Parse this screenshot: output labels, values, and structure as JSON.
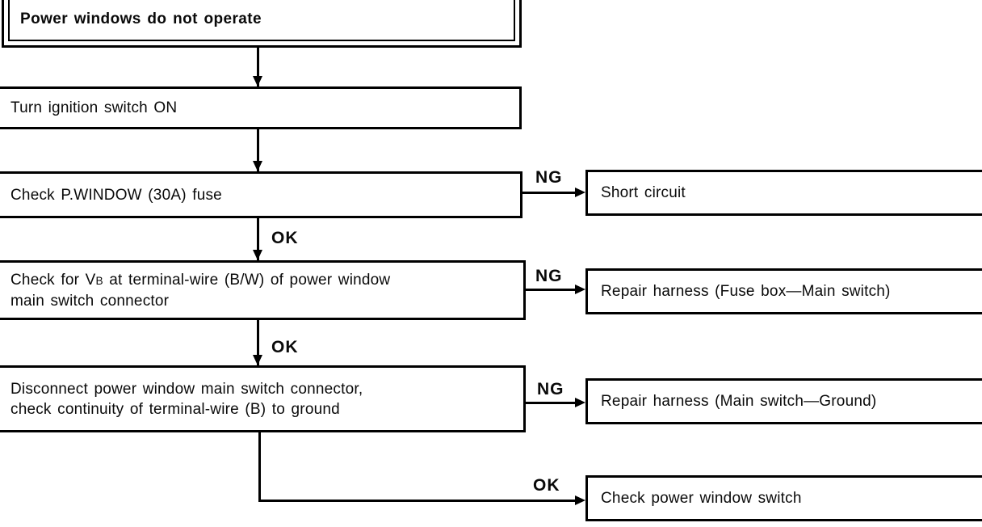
{
  "diagram": {
    "start": {
      "label": "Power windows do not operate"
    },
    "steps": {
      "ignition": {
        "label": "Turn ignition switch ON"
      },
      "fuse": {
        "label": "Check P.WINDOW (30A) fuse"
      },
      "vb": {
        "line1_pre": "Check for V",
        "line1_sub": "B",
        "line1_post": " at terminal-wire (B/W) of power window",
        "line2": "main switch connector"
      },
      "continuity": {
        "line1": "Disconnect power window main switch connector,",
        "line2": "check continuity of terminal-wire (B) to ground"
      }
    },
    "results": {
      "short_circuit": {
        "label": "Short circuit"
      },
      "repair_fuse_main": {
        "label": "Repair harness (Fuse box—Main switch)"
      },
      "repair_main_ground": {
        "label": "Repair harness (Main switch—Ground)"
      },
      "check_switch": {
        "label": "Check power window switch"
      }
    },
    "branch_labels": {
      "ok1": "OK",
      "ok2": "OK",
      "ok3": "OK",
      "ng1": "NG",
      "ng2": "NG",
      "ng3": "NG"
    },
    "colors": {
      "ink": "#000000",
      "paper": "#ffffff"
    }
  }
}
